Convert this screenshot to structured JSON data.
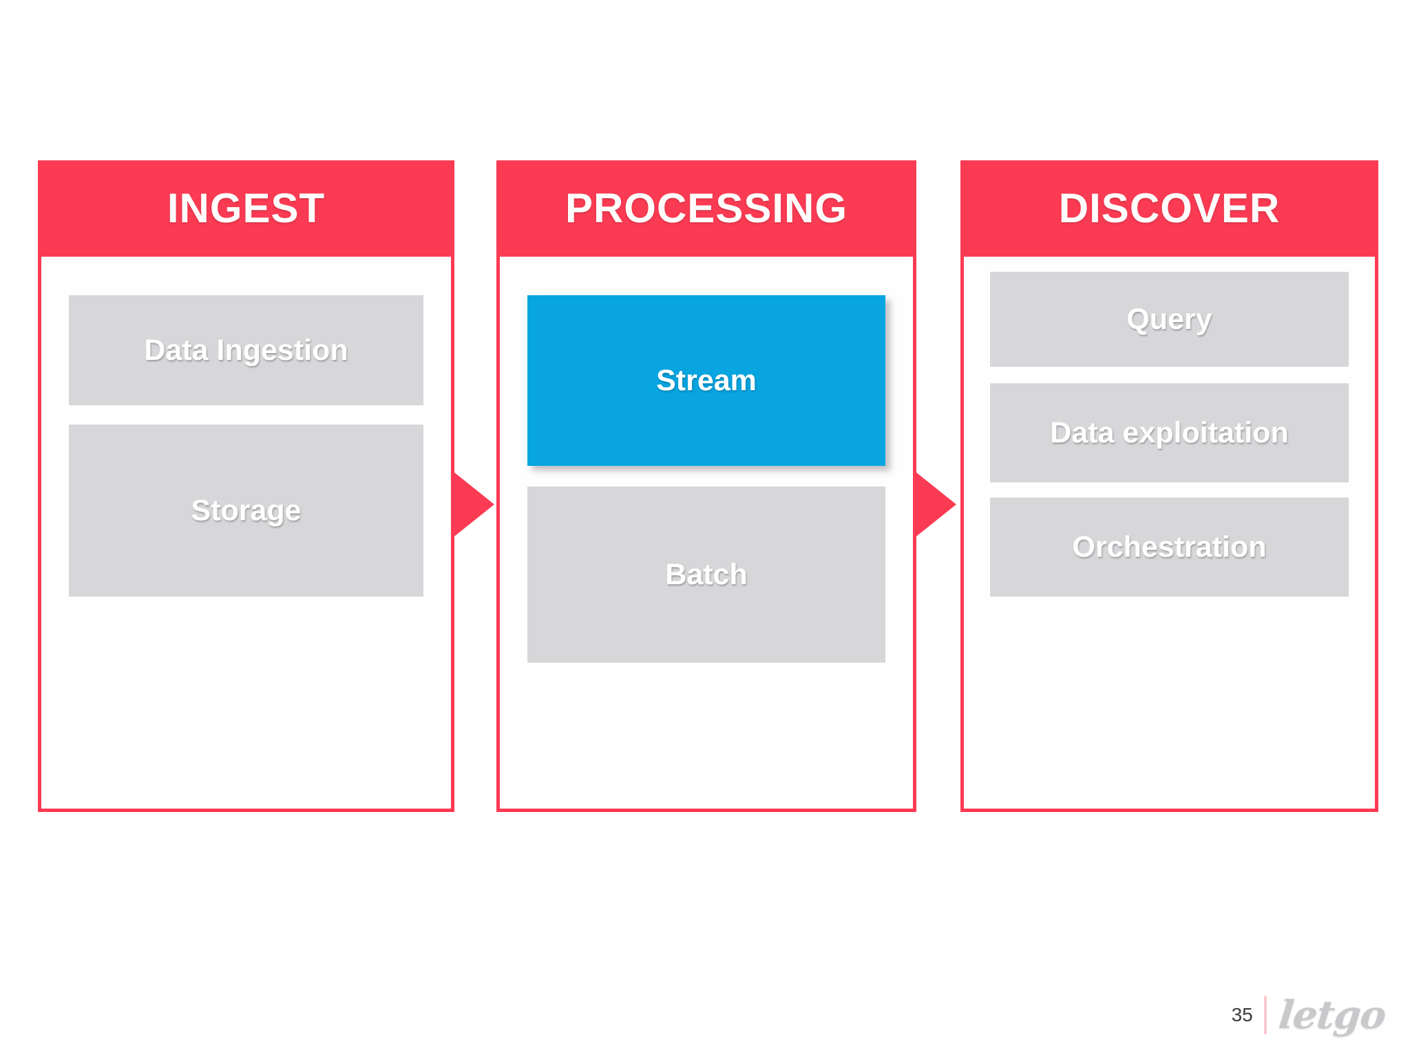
{
  "slide": {
    "page_number": "35",
    "brand": "letgo",
    "accent_color": "#fb3b53",
    "highlight_color": "#08a5e0",
    "chip_color": "#d7d7d9",
    "background_color": "#ffffff"
  },
  "diagram": {
    "type": "pipeline",
    "flow_connectors": [
      "arrow-right",
      "arrow-right"
    ],
    "stages": [
      {
        "title": "INGEST",
        "items": [
          {
            "label": "Data Ingestion",
            "highlighted": false
          },
          {
            "label": "Storage",
            "highlighted": false
          }
        ]
      },
      {
        "title": "PROCESSING",
        "items": [
          {
            "label": "Stream",
            "highlighted": true
          },
          {
            "label": "Batch",
            "highlighted": false
          }
        ]
      },
      {
        "title": "DISCOVER",
        "items": [
          {
            "label": "Query",
            "highlighted": false
          },
          {
            "label": "Data exploitation",
            "highlighted": false
          },
          {
            "label": "Orchestration",
            "highlighted": false
          }
        ]
      }
    ]
  }
}
